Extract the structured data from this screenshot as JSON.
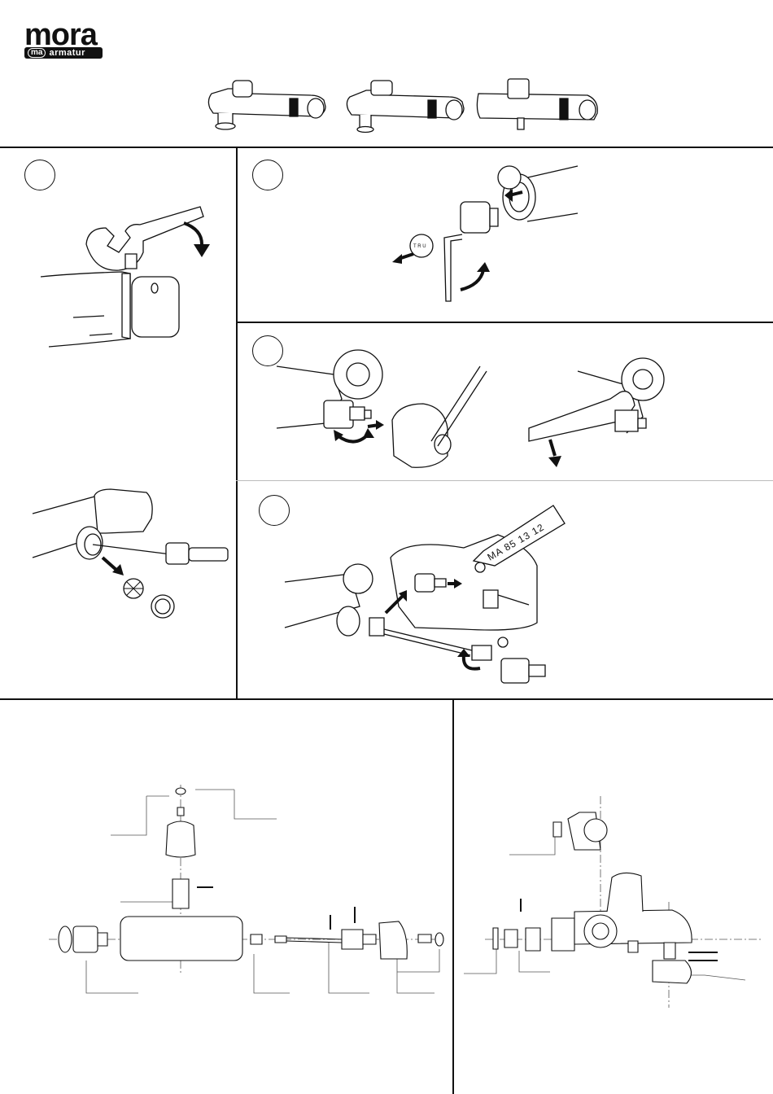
{
  "brand": {
    "name": "mora",
    "badge_left": "ma",
    "badge_right": "armatur"
  },
  "header": {
    "mixers": [
      "mixer-variant-1",
      "mixer-variant-2",
      "mixer-variant-3"
    ]
  },
  "steps": [
    {
      "id": "step-1",
      "number": ""
    },
    {
      "id": "step-2",
      "number": ""
    },
    {
      "id": "step-3",
      "number": ""
    },
    {
      "id": "step-4",
      "number": ""
    }
  ],
  "illustrations": {
    "cap_text": "T R U",
    "grease_tube_label": "MA 85 13 12"
  },
  "icons": [
    "wrench-icon",
    "hex-key-icon",
    "screwdriver-icon",
    "tweezers-icon",
    "arrow-icon",
    "grease-tube-icon",
    "strainer-icon"
  ],
  "colors": {
    "ink": "#111111",
    "leader": "#555555",
    "accent_grey": "#bbbbbb"
  }
}
